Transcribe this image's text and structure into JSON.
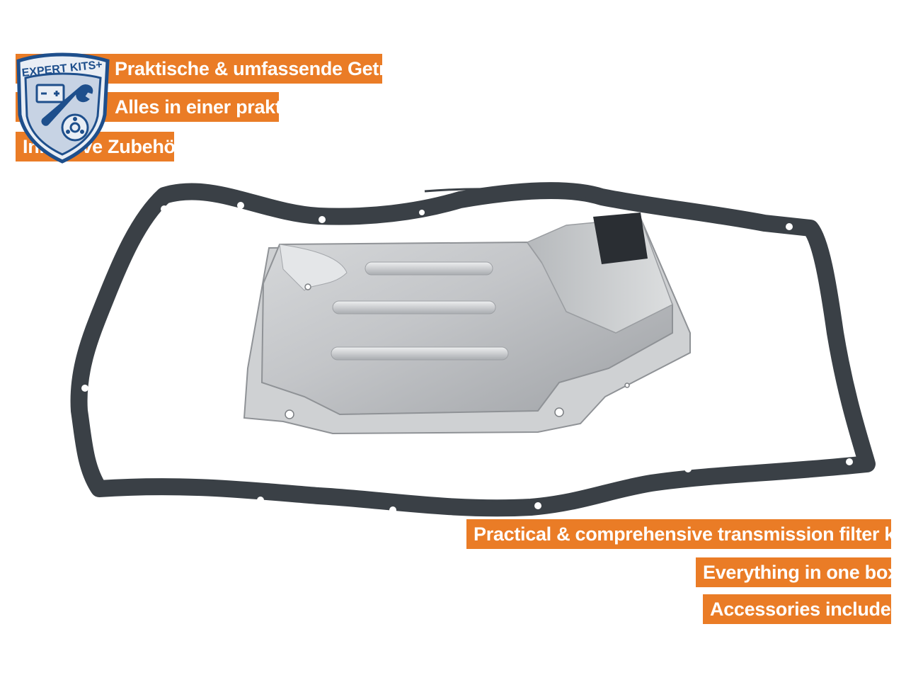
{
  "badge": {
    "text": "EXPERT KITS+",
    "icons": [
      "battery-icon",
      "wrench-icon",
      "brake-disc-icon"
    ],
    "colors": {
      "outline": "#1e4f8c",
      "fill": "#e9eef5",
      "band": "#1e4f8c"
    }
  },
  "labels_de": [
    "Praktische & umfassende Getriebefilterkits",
    "Alles in einer praktischen Box!",
    "Inklusive Zubehör"
  ],
  "labels_en": [
    "Practical & comprehensive transmission filter kits",
    "Everything in one box!",
    "Accessories included"
  ],
  "colors": {
    "label_bg": "#ea7c26",
    "label_text": "#ffffff",
    "gasket": "#3a4046",
    "filter_metal": "#c9cbcd",
    "background": "#ffffff"
  }
}
